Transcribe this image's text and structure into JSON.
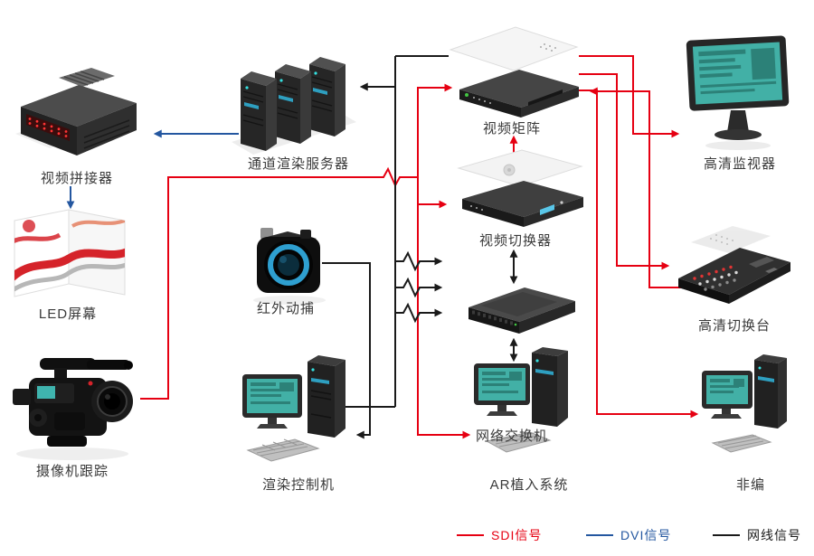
{
  "diagram_type": "video-production-system-topology",
  "nodes": [
    {
      "id": "video-stitcher",
      "label": "视频拼接器"
    },
    {
      "id": "channel-render-server",
      "label": "通道渲染服务器"
    },
    {
      "id": "video-matrix",
      "label": "视频矩阵"
    },
    {
      "id": "hd-monitor",
      "label": "高清监视器"
    },
    {
      "id": "led-screen",
      "label": "LED屏幕"
    },
    {
      "id": "ir-motion-capture",
      "label": "红外动捕"
    },
    {
      "id": "video-switcher",
      "label": "视频切换器"
    },
    {
      "id": "hd-switch-console",
      "label": "高清切换台"
    },
    {
      "id": "camera-tracking",
      "label": "摄像机跟踪"
    },
    {
      "id": "render-control",
      "label": "渲染控制机"
    },
    {
      "id": "network-switch",
      "label": "网络交换机"
    },
    {
      "id": "ar-system",
      "label": "AR植入系统"
    },
    {
      "id": "nle",
      "label": "非编"
    }
  ],
  "edges": [
    {
      "from": "channel-render-server",
      "to": "video-stitcher",
      "signal": "DVI"
    },
    {
      "from": "video-stitcher",
      "to": "led-screen",
      "signal": "DVI"
    },
    {
      "from": "camera-tracking",
      "to": "video-switcher",
      "signal": "SDI"
    },
    {
      "from": "camera-tracking",
      "to": "video-matrix",
      "signal": "SDI"
    },
    {
      "from": "video-switcher",
      "to": "video-matrix",
      "signal": "SDI"
    },
    {
      "from": "video-matrix",
      "to": "hd-monitor",
      "signal": "SDI"
    },
    {
      "from": "video-matrix",
      "to": "hd-switch-console",
      "signal": "SDI"
    },
    {
      "from": "hd-switch-console",
      "to": "video-matrix",
      "signal": "SDI"
    },
    {
      "from": "video-matrix",
      "to": "nle",
      "signal": "SDI"
    },
    {
      "from": "network-switch",
      "to": "channel-render-server",
      "signal": "LAN"
    },
    {
      "from": "network-switch",
      "to": "video-matrix",
      "signal": "LAN"
    },
    {
      "from": "ir-motion-capture",
      "to": "network-switch",
      "signal": "LAN"
    },
    {
      "from": "render-control",
      "to": "network-switch",
      "signal": "LAN",
      "bidirectional": true
    },
    {
      "from": "video-switcher",
      "to": "network-switch",
      "signal": "LAN",
      "bidirectional": true
    },
    {
      "from": "network-switch",
      "to": "ar-system",
      "signal": "LAN",
      "bidirectional": true
    }
  ],
  "legend": [
    {
      "id": "sdi",
      "label": "SDI信号",
      "color": "#e60012"
    },
    {
      "id": "dvi",
      "label": "DVI信号",
      "color": "#2457a0"
    },
    {
      "id": "lan",
      "label": "网线信号",
      "color": "#1a1a1a"
    }
  ],
  "colors": {
    "sdi": "#e60012",
    "dvi": "#2457a0",
    "lan": "#1a1a1a",
    "label_text": "#3a3a3a",
    "screen_teal": "#42b0a6",
    "accent_red": "#d5232a"
  }
}
